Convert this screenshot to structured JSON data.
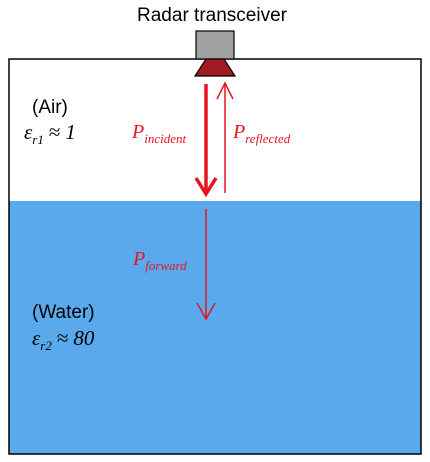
{
  "title": "Radar transceiver",
  "air": {
    "label": "(Air)",
    "eps_symbol": "ε",
    "eps_sub": "r1",
    "eps_rel": "≈",
    "eps_value": "1"
  },
  "water": {
    "label": "(Water)",
    "eps_symbol": "ε",
    "eps_sub": "r2",
    "eps_rel": "≈",
    "eps_value": "80"
  },
  "incident": {
    "symbol": "P",
    "sub": "incident"
  },
  "reflected": {
    "symbol": "P",
    "sub": "reflected"
  },
  "forward": {
    "symbol": "P",
    "sub": "forward"
  },
  "colors": {
    "water": "#5aa9ec",
    "arrow": "#e8141c",
    "antenna": "#a01c22",
    "transceiver_body": "#a0a0a0",
    "outline": "#000000"
  }
}
